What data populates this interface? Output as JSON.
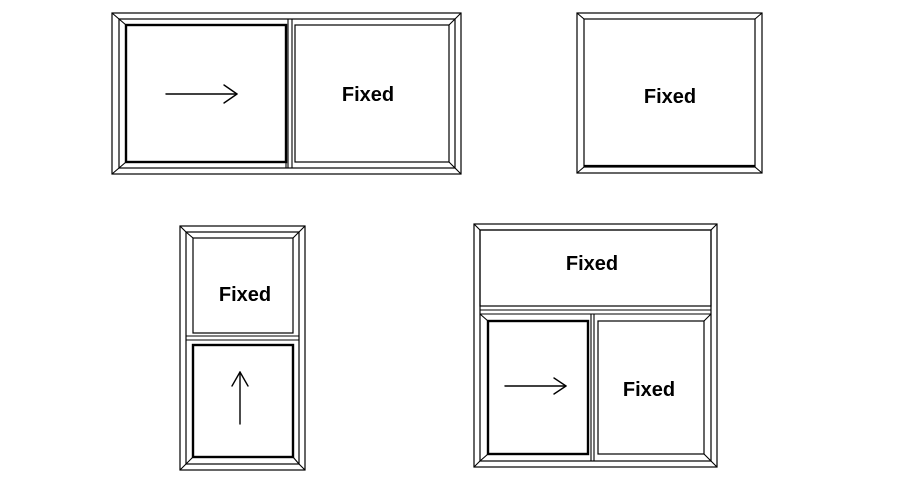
{
  "windows": [
    {
      "id": "horizontal-slider",
      "panels": [
        {
          "role": "sliding",
          "direction": "right",
          "label": ""
        },
        {
          "role": "fixed",
          "label": "Fixed"
        }
      ]
    },
    {
      "id": "picture-window",
      "panels": [
        {
          "role": "fixed",
          "label": "Fixed"
        }
      ]
    },
    {
      "id": "single-hung",
      "panels": [
        {
          "role": "fixed",
          "label": "Fixed"
        },
        {
          "role": "sliding",
          "direction": "up",
          "label": ""
        }
      ]
    },
    {
      "id": "slider-with-transom",
      "panels": [
        {
          "role": "fixed",
          "label": "Fixed"
        },
        {
          "role": "sliding",
          "direction": "right",
          "label": ""
        },
        {
          "role": "fixed",
          "label": "Fixed"
        }
      ]
    }
  ]
}
